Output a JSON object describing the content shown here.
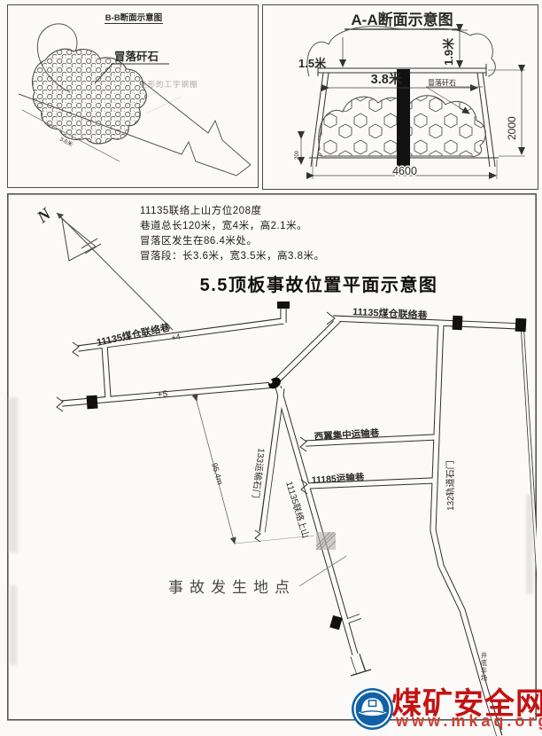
{
  "panel_bb": {
    "title": "B-B断面示意图",
    "gangue_label": "冒落矸石",
    "dim_length": "3.6米",
    "faint_note": "变形的工字钢棚"
  },
  "panel_aa": {
    "title": "A-A断面示意图",
    "gangue_label": "冒落矸石",
    "dims": {
      "w15": "1.5米",
      "h19": "1.9米",
      "w38": "3.8米",
      "h2000": "2000",
      "w4600": "4600",
      "h200": "200"
    }
  },
  "plan": {
    "compass_n": "N",
    "info_lines": [
      "11135联络上山方位208度",
      "巷道总长120米，宽4米，高2.1米。",
      "冒落区发生在86.4米处。",
      "冒落段：长3.6米，宽3.5米，高3.8米。"
    ],
    "title": "5.5顶板事故位置平面示意图",
    "labels": {
      "coal_bunker_link_left": "11135煤仓联络巷",
      "coal_bunker_link_right": "11135煤仓联络巷",
      "west_wing": "西翼集中运输巷",
      "haulage_11185": "11185运输巷",
      "rail_crosscut_132": "132轨道石门",
      "haulage_crosscut_133": "133运输石门",
      "link_uphill_11135": "11135联络上山",
      "accident_site": "事故发生地点",
      "level_plus5": "+5",
      "level_plus4": "+4",
      "distance": "95.4m",
      "pit_bottom": "井底车场"
    }
  },
  "watermark": {
    "site_name": "煤矿安全网",
    "site_url": "www.mkaq.org"
  },
  "colors": {
    "accent_red": "#c31313",
    "logo_blue": "#1261a8",
    "paper": "#fbfaf8",
    "line": "#3a3a3a"
  }
}
